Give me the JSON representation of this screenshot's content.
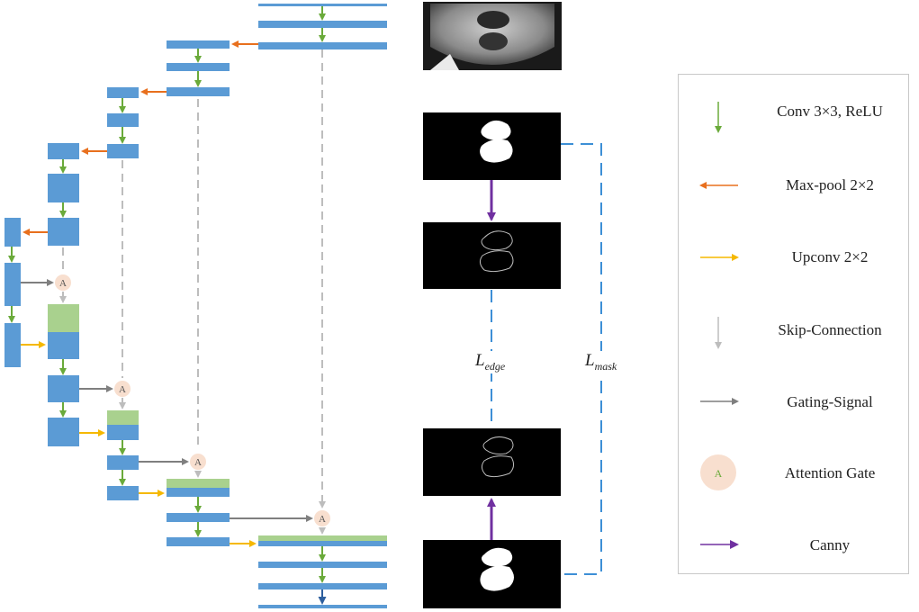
{
  "legend": {
    "items": [
      {
        "key": "conv",
        "label": "Conv 3×3, ReLU",
        "color": "#6aaa3a"
      },
      {
        "key": "maxpool",
        "label": "Max-pool 2×2",
        "color": "#e8701e"
      },
      {
        "key": "upconv",
        "label": "Upconv 2×2",
        "color": "#f5b800"
      },
      {
        "key": "skip",
        "label": "Skip-Connection",
        "color": "#bdbdbd"
      },
      {
        "key": "gating",
        "label": "Gating-Signal",
        "color": "#7f7f7f"
      },
      {
        "key": "attention",
        "label": "Attention Gate",
        "color": "#f8dfcf"
      },
      {
        "key": "canny",
        "label": "Canny",
        "color": "#7030a0"
      }
    ]
  },
  "attention_gate_symbol": "A",
  "losses": {
    "edge": {
      "symbol": "L",
      "subscript": "edge"
    },
    "mask": {
      "symbol": "L",
      "subscript": "mask"
    }
  },
  "colors": {
    "feature_map": "#5b9bd5",
    "attention_block": "#a9d18e",
    "output_arrow": "#2e5f9e",
    "loss_line": "#3d8fd6"
  }
}
